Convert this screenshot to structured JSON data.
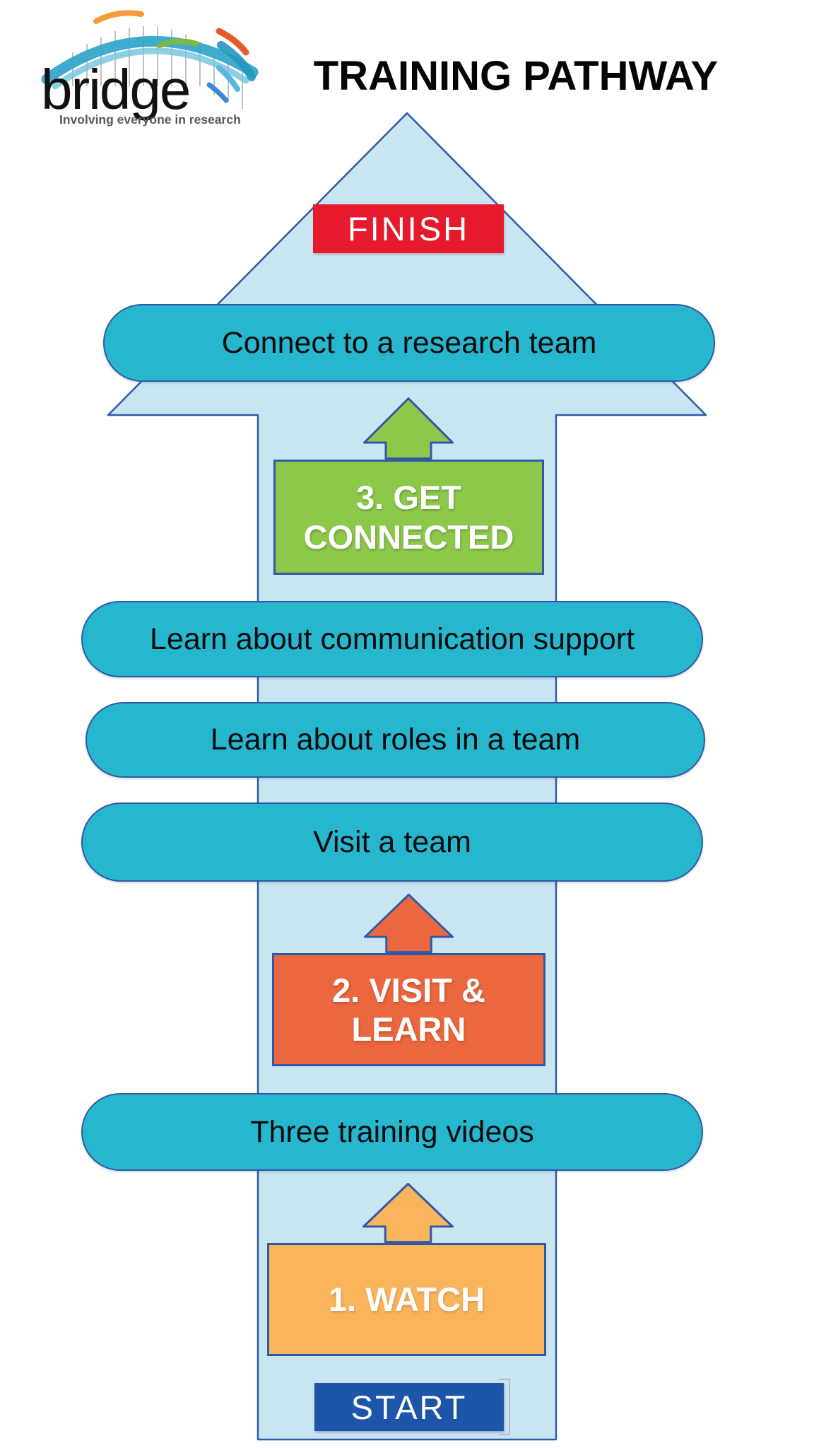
{
  "header": {
    "logo_text": "bridge",
    "logo_tagline": "Involving everyone in research",
    "title": "TRAINING PATHWAY"
  },
  "pathway": {
    "finish_label": "FINISH",
    "start_label": "START",
    "steps": [
      {
        "number": 1,
        "label": "1. WATCH"
      },
      {
        "number": 2,
        "label": "2. VISIT &\nLEARN"
      },
      {
        "number": 3,
        "label": "3. GET\nCONNECTED"
      }
    ],
    "milestones": [
      {
        "label": "Three training videos"
      },
      {
        "label": "Visit a team"
      },
      {
        "label": "Learn about roles in a team"
      },
      {
        "label": "Learn about communication support"
      },
      {
        "label": "Connect to a research team"
      }
    ]
  },
  "colors": {
    "pathway_arrow_fill": "#c8e5f2",
    "outline_blue": "#3158a7",
    "milestone_teal": "#26b7ce",
    "step1_orange": "#f9b45c",
    "step2_red_orange": "#eb6740",
    "step3_green": "#8cc94b",
    "finish_red": "#e51a2c",
    "start_blue": "#1d56a8",
    "logo_arc_teal": "#35a7cb"
  }
}
